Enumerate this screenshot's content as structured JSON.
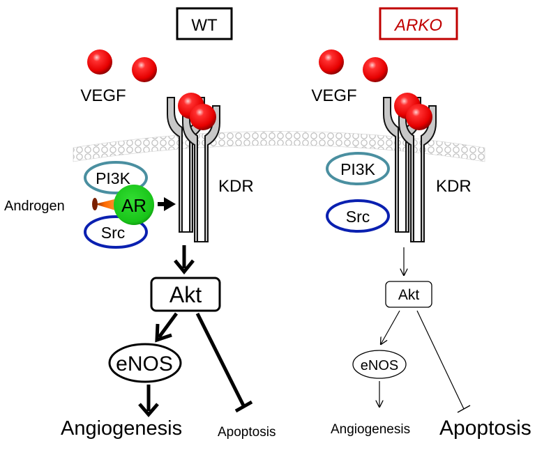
{
  "wt": {
    "title": "WT",
    "vegf_label": "VEGF",
    "receptor_label": "KDR",
    "pi3k_label": "PI3K",
    "ar_label": "AR",
    "androgen_label": "Androgen",
    "src_label": "Src",
    "akt_label": "Akt",
    "enos_label": "eNOS",
    "angiogenesis_label": "Angiogenesis",
    "apoptosis_label": "Apoptosis"
  },
  "arko": {
    "title": "ARKO",
    "vegf_label": "VEGF",
    "receptor_label": "KDR",
    "pi3k_label": "PI3K",
    "src_label": "Src",
    "akt_label": "Akt",
    "enos_label": "eNOS",
    "angiogenesis_label": "Angiogenesis",
    "apoptosis_label": "Apoptosis"
  },
  "colors": {
    "wt_frame": "#000000",
    "arko_frame": "#c00000",
    "vegf_ball": "#ff0000",
    "ar_node": "#22cc22",
    "pi3k_outline": "#4a8fa0",
    "src_outline": "#0a20b0",
    "receptor_fill": "#c8c8c8",
    "androgen_cone": "#ff7a10"
  }
}
